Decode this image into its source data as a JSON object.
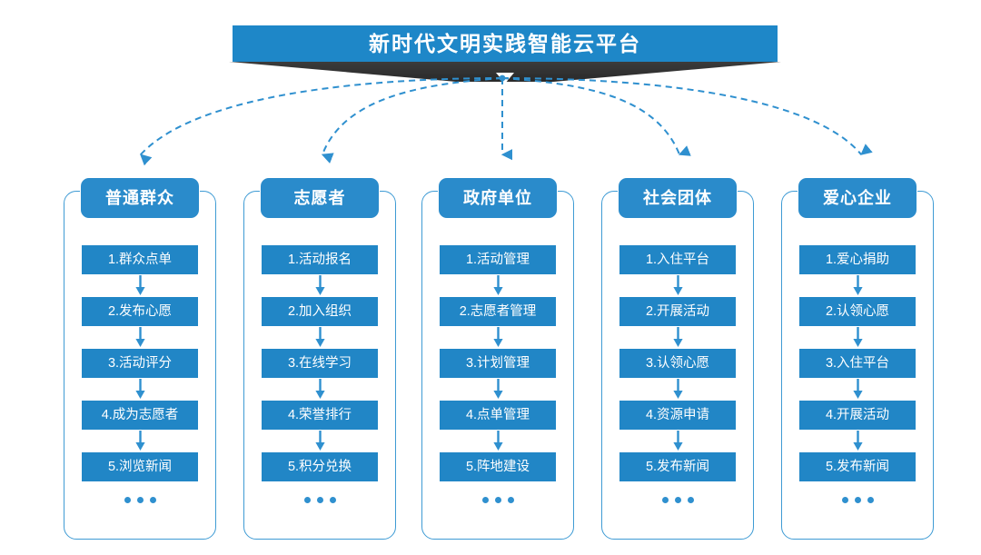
{
  "banner": {
    "title": "新时代文明实践智能云平台",
    "bar_color": "#1e87c8",
    "ribbon_color": "#333333",
    "title_color": "#ffffff"
  },
  "theme": {
    "header_blue": "#2a8bcb",
    "item_blue": "#2186c6",
    "frame_blue": "#3e9bd4",
    "connector_blue": "#2f90cf",
    "background": "#ffffff"
  },
  "ellipsis_label": "...",
  "columns": [
    {
      "header": "普通群众",
      "items": [
        "1.群众点单",
        "2.发布心愿",
        "3.活动评分",
        "4.成为志愿者",
        "5.浏览新闻"
      ]
    },
    {
      "header": "志愿者",
      "items": [
        "1.活动报名",
        "2.加入组织",
        "3.在线学习",
        "4.荣誉排行",
        "5.积分兑换"
      ]
    },
    {
      "header": "政府单位",
      "items": [
        "1.活动管理",
        "2.志愿者管理",
        "3.计划管理",
        "4.点单管理",
        "5.阵地建设"
      ]
    },
    {
      "header": "社会团体",
      "items": [
        "1.入住平台",
        "2.开展活动",
        "3.认领心愿",
        "4.资源申请",
        "5.发布新闻"
      ]
    },
    {
      "header": "爱心企业",
      "items": [
        "1.爱心捐助",
        "2.认领心愿",
        "3.入住平台",
        "4.开展活动",
        "5.发布新闻"
      ]
    }
  ]
}
